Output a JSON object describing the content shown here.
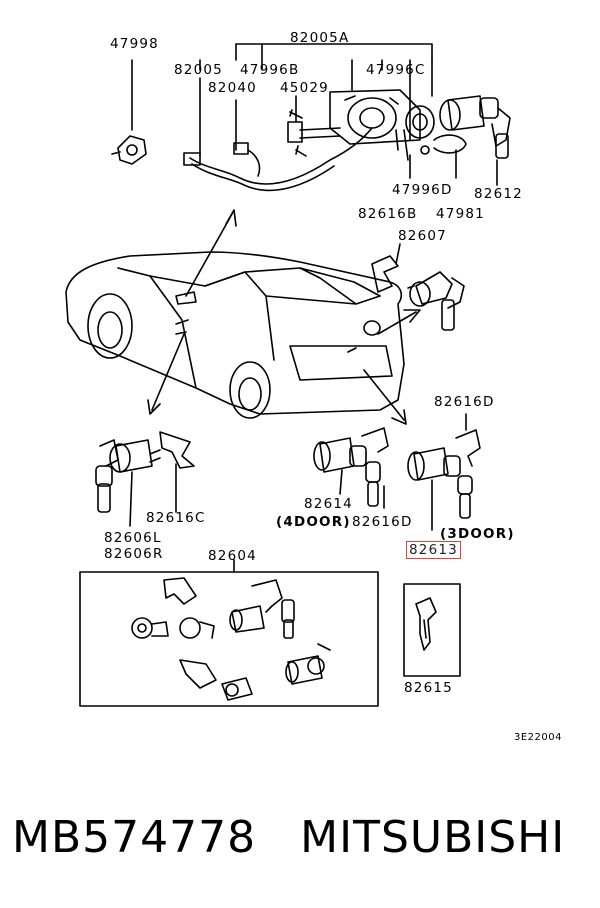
{
  "labels": {
    "p47998": "47998",
    "p82005A": "82005A",
    "p82005": "82005",
    "p47996B": "47996B",
    "p47996C": "47996C",
    "p82040": "82040",
    "p45029": "45029",
    "p47996D": "47996D",
    "p82612": "82612",
    "p47981": "47981",
    "p82616B": "82616B",
    "p82607": "82607",
    "p82616D_a": "82616D",
    "p82616C": "82616C",
    "p82606L": "82606L",
    "p82606R": "82606R",
    "p82614": "82614",
    "p4door": "(4DOOR)",
    "p82616D_b": "82616D",
    "p3door": "(3DOOR)",
    "p82613": "82613",
    "p82604": "82604",
    "p82615": "82615",
    "diagram_code": "3E22004"
  },
  "footer": {
    "part_number": "MB574778",
    "brand": "MITSUBISHI"
  },
  "colors": {
    "line": "#000000",
    "highlight_box": "#e0443a"
  }
}
